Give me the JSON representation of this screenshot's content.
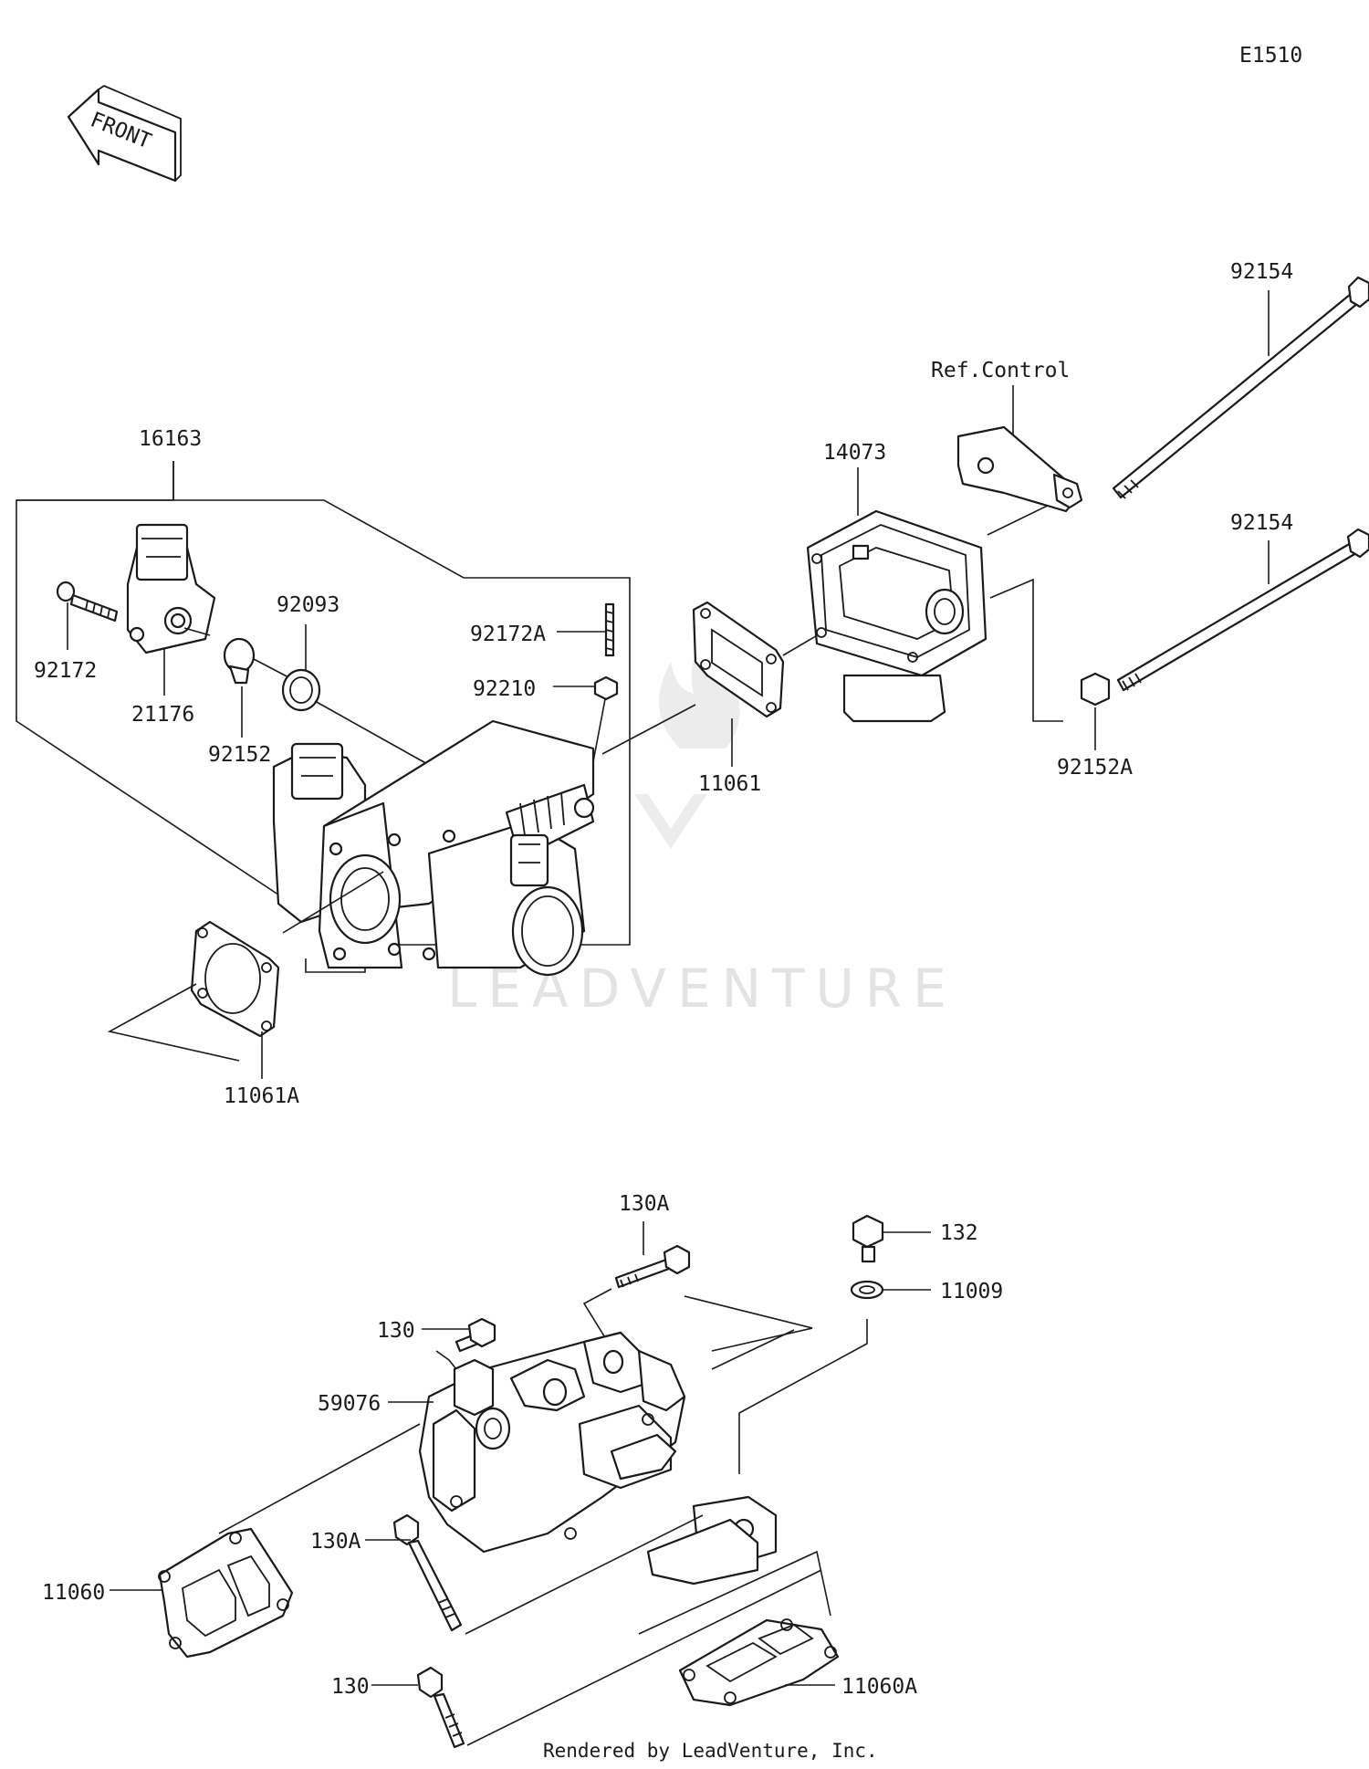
{
  "diagram_code": "E1510",
  "front_arrow": "FRONT",
  "watermark": "LEADVENTURE",
  "footer": "Rendered by LeadVenture, Inc.",
  "ref_label": "Ref.Control",
  "parts": {
    "p16163": "16163",
    "p92172": "92172",
    "p21176": "21176",
    "p92152": "92152",
    "p92093": "92093",
    "p92172A": "92172A",
    "p92210": "92210",
    "p11061": "11061",
    "p14073": "14073",
    "p92154a": "92154",
    "p92154b": "92154",
    "p92152A": "92152A",
    "p11061A": "11061A",
    "p130A_top": "130A",
    "p132": "132",
    "p11009": "11009",
    "p130_top": "130",
    "p59076": "59076",
    "p130A_bot": "130A",
    "p11060": "11060",
    "p130_bot": "130",
    "p11060A": "11060A"
  }
}
